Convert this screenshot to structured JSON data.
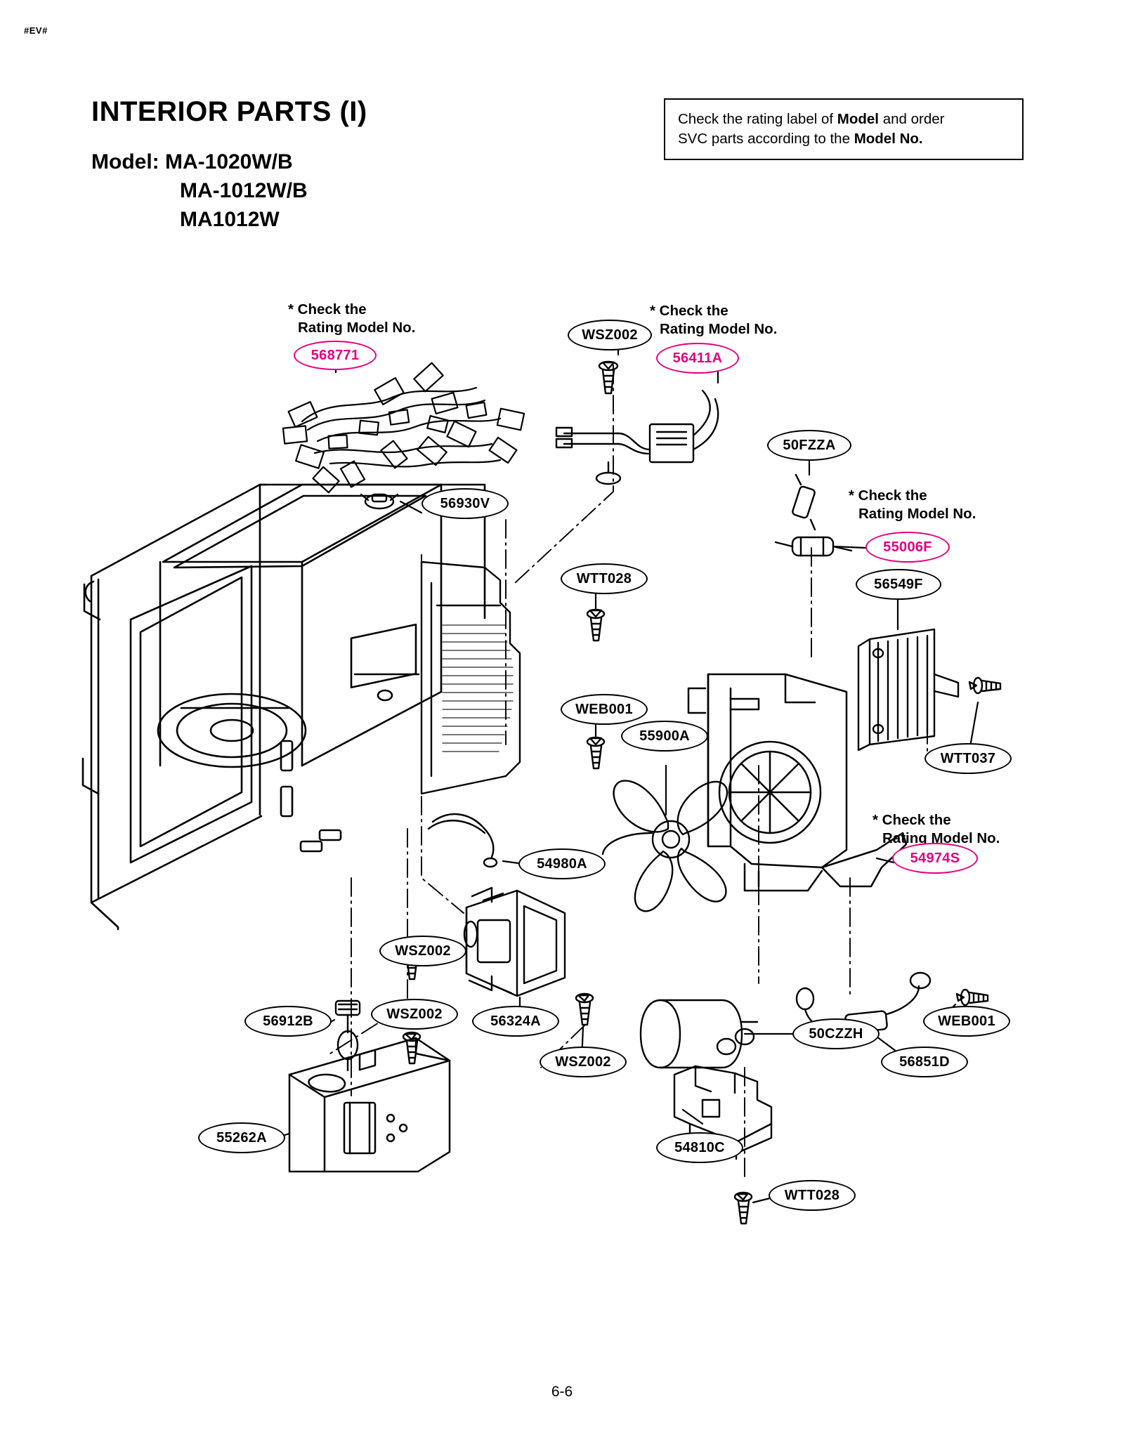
{
  "page": {
    "corner_tag": "#EV#",
    "title": "INTERIOR PARTS (I)",
    "model_label": "Model: MA-1020W/B",
    "model_line_2": "MA-1012W/B",
    "model_line_3": "MA1012W",
    "footer": "6-6"
  },
  "note": {
    "line1_a": "Check the rating label of ",
    "line1_b": "Model",
    "line1_c": " and order",
    "line2_a": "SVC parts according to the ",
    "line2_b": "Model No."
  },
  "check_labels": [
    {
      "line1": "* Check the",
      "line2": "Rating Model No."
    },
    {
      "line1": "* Check the",
      "line2": "Rating Model No."
    },
    {
      "line1": "* Check the",
      "line2": "Rating Model No."
    },
    {
      "line1": "* Check the",
      "line2": "Rating Model No."
    }
  ],
  "callouts": [
    {
      "id": "568771",
      "color": "#e5007e"
    },
    {
      "id": "WSZ002",
      "color": "#000000"
    },
    {
      "id": "56411A",
      "color": "#e5007e"
    },
    {
      "id": "50FZZA",
      "color": "#000000"
    },
    {
      "id": "56930V",
      "color": "#000000"
    },
    {
      "id": "55006F",
      "color": "#e5007e"
    },
    {
      "id": "56549F",
      "color": "#000000"
    },
    {
      "id": "WTT028",
      "color": "#000000"
    },
    {
      "id": "WEB001",
      "color": "#000000"
    },
    {
      "id": "WTT037",
      "color": "#000000"
    },
    {
      "id": "55900A",
      "color": "#000000"
    },
    {
      "id": "54974S",
      "color": "#e5007e"
    },
    {
      "id": "54980A",
      "color": "#000000"
    },
    {
      "id": "WSZ002",
      "color": "#000000"
    },
    {
      "id": "WSZ002",
      "color": "#000000"
    },
    {
      "id": "56324A",
      "color": "#000000"
    },
    {
      "id": "WSZ002",
      "color": "#000000"
    },
    {
      "id": "56912B",
      "color": "#000000"
    },
    {
      "id": "55262A",
      "color": "#000000"
    },
    {
      "id": "50CZZH",
      "color": "#000000"
    },
    {
      "id": "WEB001",
      "color": "#000000"
    },
    {
      "id": "56851D",
      "color": "#000000"
    },
    {
      "id": "54810C",
      "color": "#000000"
    },
    {
      "id": "WTT028",
      "color": "#000000"
    }
  ],
  "colors": {
    "accent_pink": "#e5007e",
    "line": "#000000",
    "background": "#ffffff"
  }
}
